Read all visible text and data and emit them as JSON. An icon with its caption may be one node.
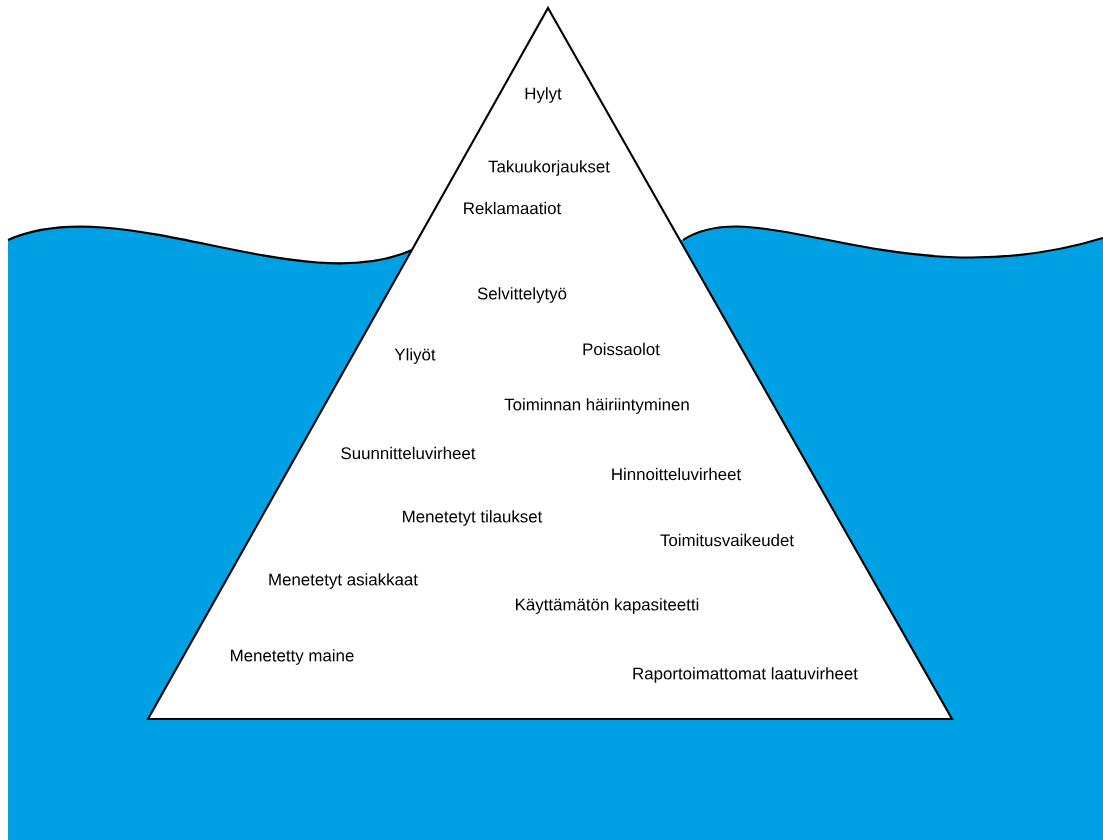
{
  "diagram": {
    "nodes": [
      {
        "text": [
          "Hylyt",
          "Takuukorjaukset",
          "Reklamaatiot",
          "Selvittelytyö",
          "Yliyöt",
          "Poissaolot",
          "Toiminnan häiriintyminen",
          "Suunnitteluvirheet",
          "Hinnoitteluvirheet",
          "Menetetyt tilaukset",
          "Toimitusvaikeudet",
          "Menetetyt asiakkaat",
          "Käyttämätön kapasiteetti",
          "Menetetty maine",
          "Raportoimattomat laatuvirheet"
        ]
      }
    ]
  }
}
